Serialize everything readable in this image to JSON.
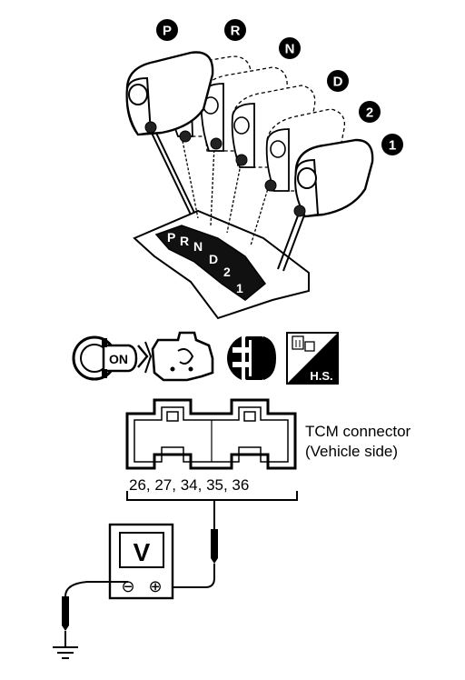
{
  "shift_positions": [
    "P",
    "R",
    "N",
    "D",
    "2",
    "1"
  ],
  "gate_indicator": [
    "P",
    "R",
    "N",
    "D",
    "2",
    "1"
  ],
  "icons": {
    "ignition": {
      "name": "ignition-key-icon",
      "label": "ON"
    },
    "engine": {
      "name": "engine-stopped-icon"
    },
    "connector": {
      "name": "disconnected-connector-icon"
    },
    "harness_side": {
      "name": "harness-side-icon",
      "label": "H.S."
    }
  },
  "connector": {
    "title": "TCM connector",
    "subtitle": "(Vehicle side)",
    "terminals": "26, 27, 34, 35, 36"
  },
  "meter": {
    "unit": "V",
    "minus": "⊖",
    "plus": "⊕"
  }
}
